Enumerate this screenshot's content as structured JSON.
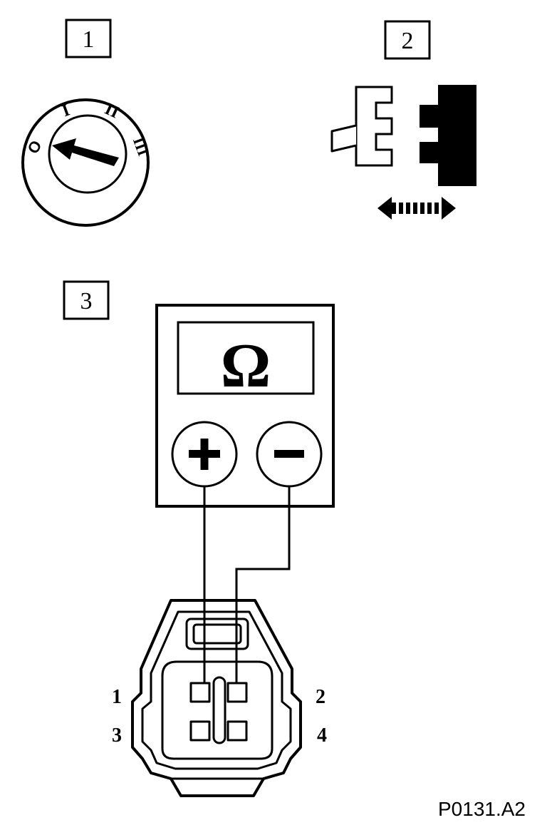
{
  "steps": {
    "step1": "1",
    "step2": "2",
    "step3": "3"
  },
  "ignition": {
    "positions": {
      "off": "O",
      "one": "I",
      "two": "II",
      "three": "III"
    }
  },
  "meter": {
    "symbol": "Ω",
    "positive": "+",
    "negative": "−"
  },
  "connector": {
    "pins": {
      "p1": "1",
      "p2": "2",
      "p3": "3",
      "p4": "4"
    }
  },
  "figure_code": "P0131.A2",
  "colors": {
    "ink": "#000000",
    "paper": "#ffffff"
  }
}
